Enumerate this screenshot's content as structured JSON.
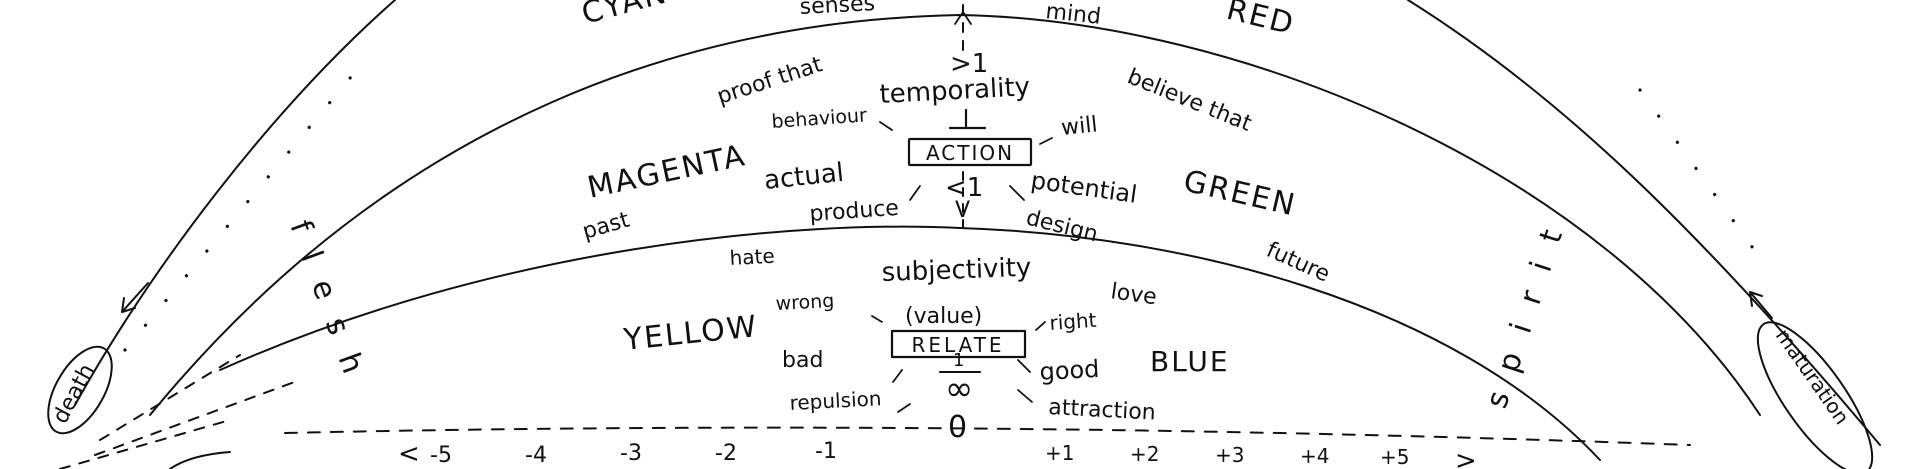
{
  "diagram": {
    "top_labels": {
      "cyan": "CYAN",
      "senses": "senses",
      "mind": "mind",
      "red": "RED"
    },
    "action_band": {
      "proof_that": "proof that",
      "believe_that": "believe that",
      "gt1": ">1",
      "temporality": "temporality",
      "behaviour": "behaviour",
      "will": "will",
      "action": "ACTION",
      "lt1": "<1",
      "magenta": "MAGENTA",
      "actual": "actual",
      "potential": "potential",
      "green": "GREEN",
      "past": "past",
      "produce": "produce",
      "v_mark": "V",
      "design": "design",
      "future": "future"
    },
    "relate_band": {
      "hate": "hate",
      "subjectivity": "subjectivity",
      "love": "love",
      "wrong": "wrong",
      "value": "(value)",
      "right": "right",
      "yellow": "YELLOW",
      "relate": "RELATE",
      "blue": "BLUE",
      "bad": "bad",
      "one": "1",
      "good": "good",
      "repulsion": "repulsion",
      "infinity": "∞",
      "attraction": "attraction",
      "zero": "0"
    },
    "sides": {
      "flesh": "flesh",
      "spirit": "spirit",
      "death": "death",
      "maturation": "maturation"
    },
    "scale": {
      "left_arrow": "<",
      "right_arrow": ">",
      "negatives": [
        "-5",
        "-4",
        "-3",
        "-2",
        "-1"
      ],
      "positives": [
        "+1",
        "+2",
        "+3",
        "+4",
        "+5"
      ]
    }
  }
}
